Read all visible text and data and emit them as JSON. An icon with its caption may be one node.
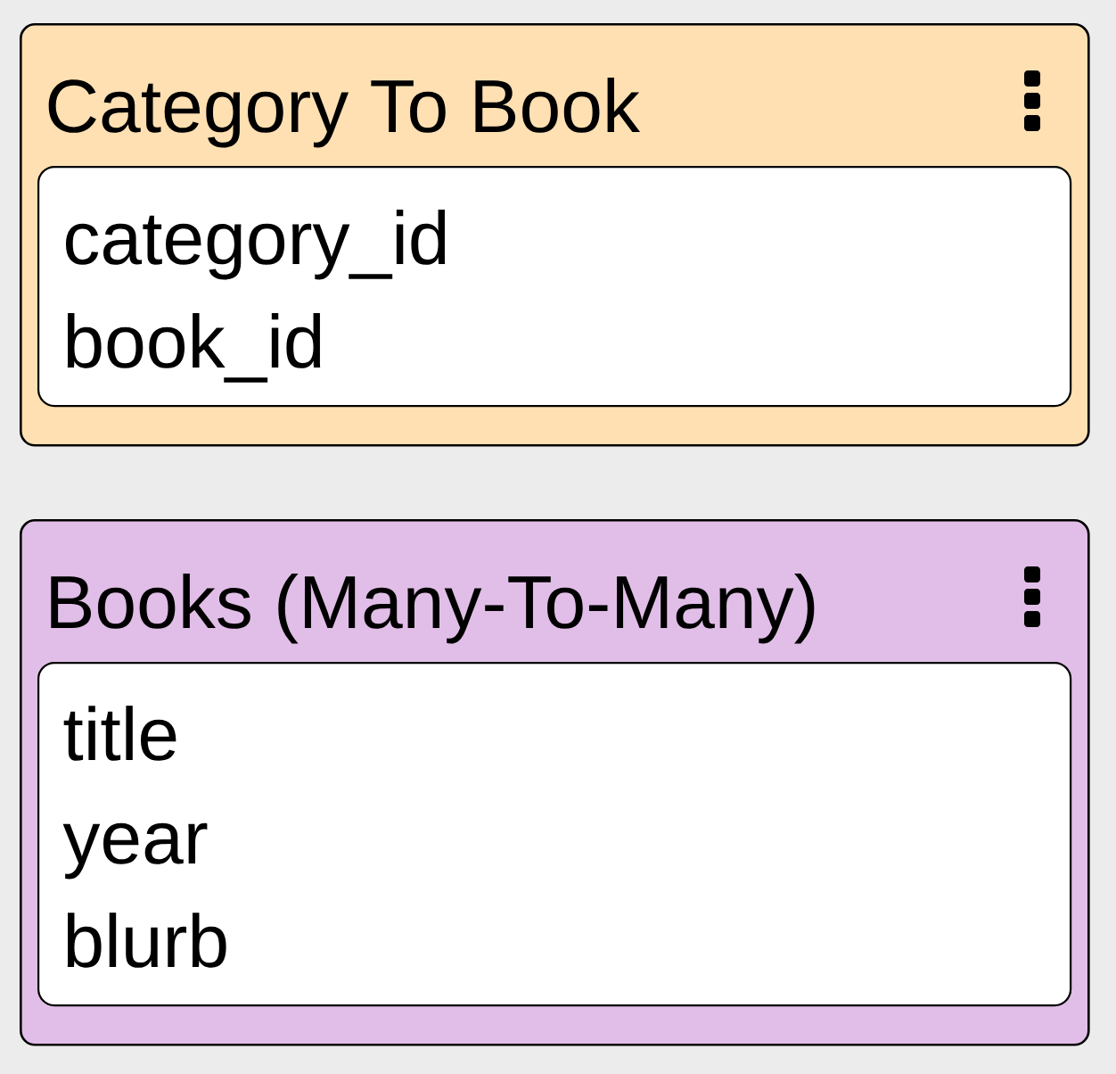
{
  "diagram": {
    "nodes": [
      {
        "text": [
          "Category To Book"
        ]
      },
      {
        "text": [
          "category_id",
          "book_id"
        ],
        "in": 0
      },
      {
        "text": [
          "Books (Many-To-Many)"
        ]
      },
      {
        "text": [
          "title",
          "year",
          "blurb"
        ],
        "in": 2
      }
    ]
  }
}
